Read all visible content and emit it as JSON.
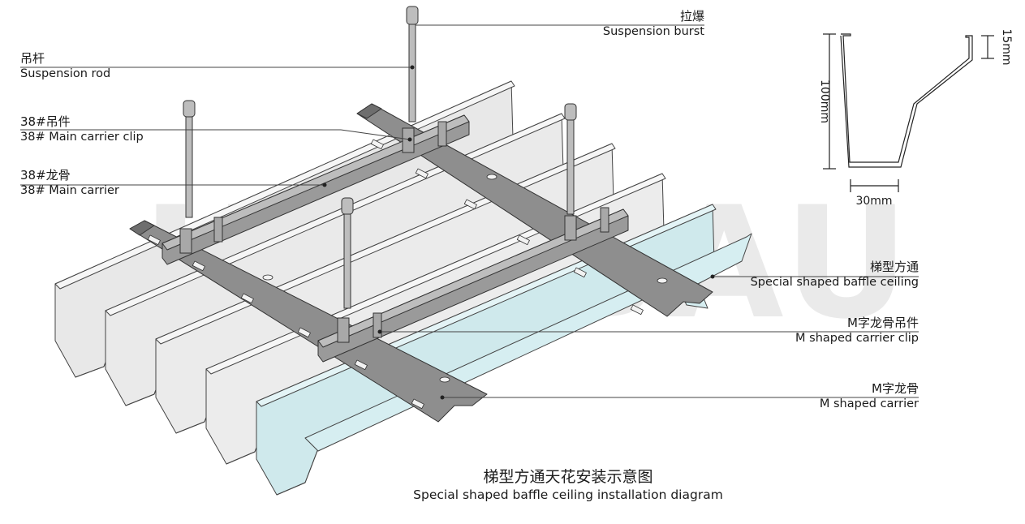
{
  "watermark": "HUOBAU",
  "labels": {
    "suspension_burst": {
      "cn": "拉爆",
      "en": "Suspension burst"
    },
    "suspension_rod": {
      "cn": "吊杆",
      "en": "Suspension rod"
    },
    "main_carrier_clip": {
      "cn": "38#吊件",
      "en": "38# Main carrier clip"
    },
    "main_carrier": {
      "cn": "38#龙骨",
      "en": "38# Main carrier"
    },
    "baffle_ceiling": {
      "cn": "梯型方通",
      "en": "Special shaped baffle ceiling"
    },
    "m_carrier_clip": {
      "cn": "M字龙骨吊件",
      "en": "M shaped carrier clip"
    },
    "m_carrier": {
      "cn": "M字龙骨",
      "en": "M shaped carrier"
    }
  },
  "dimensions": {
    "height": "100mm",
    "width": "30mm",
    "lip": "15mm"
  },
  "title": {
    "cn": "梯型方通天花安装示意图",
    "en": "Special shaped baffle ceiling installation diagram"
  },
  "colors": {
    "baffle": "#ebebeb",
    "baffle_highlight": "#cfe9ec",
    "carrier": "#8c8c8c",
    "carrier_dark": "#6a6a6a",
    "line": "#333333"
  }
}
